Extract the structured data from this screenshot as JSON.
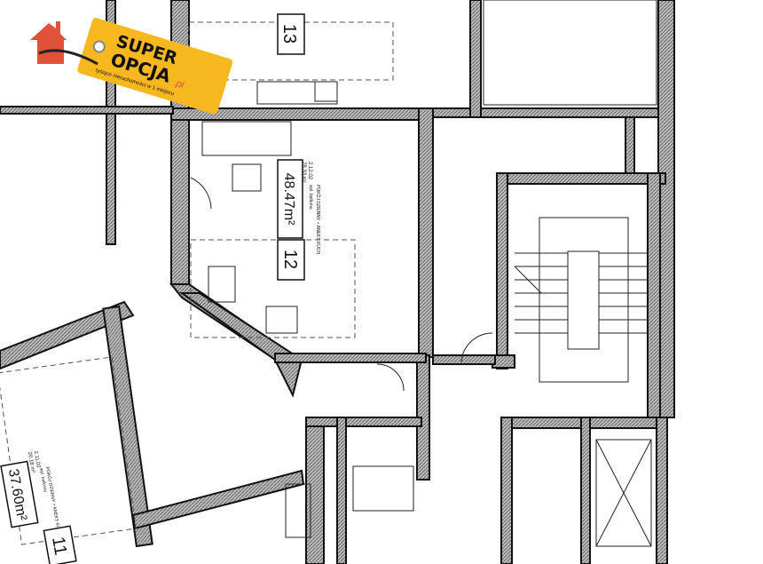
{
  "logo": {
    "line1": "SUPER",
    "line2": "OPCJA",
    "domain": ".pl",
    "tagline": "tysiące nieruchomości w 1 miejscu",
    "house_color": "#e0533a",
    "tag_color": "#f7b81f"
  },
  "rooms": [
    {
      "number": "13"
    },
    {
      "number": "12",
      "area": "48.47m²",
      "code": "2.12.02",
      "name": "POKÓJ DZIENNY + ANEKS KUCH.",
      "sub_area": "28.33 m²",
      "note": "wyl. balkonu"
    },
    {
      "number": "11",
      "area": "37.60m²",
      "code": "2.11.02",
      "name": "POKÓJ DZIENNY + ANEKS KUCH.",
      "sub_area": "20.18 m²",
      "note": "wyl. balkonu"
    }
  ],
  "colors": {
    "wall": "#111111",
    "hatch": "#9a9a9a"
  }
}
